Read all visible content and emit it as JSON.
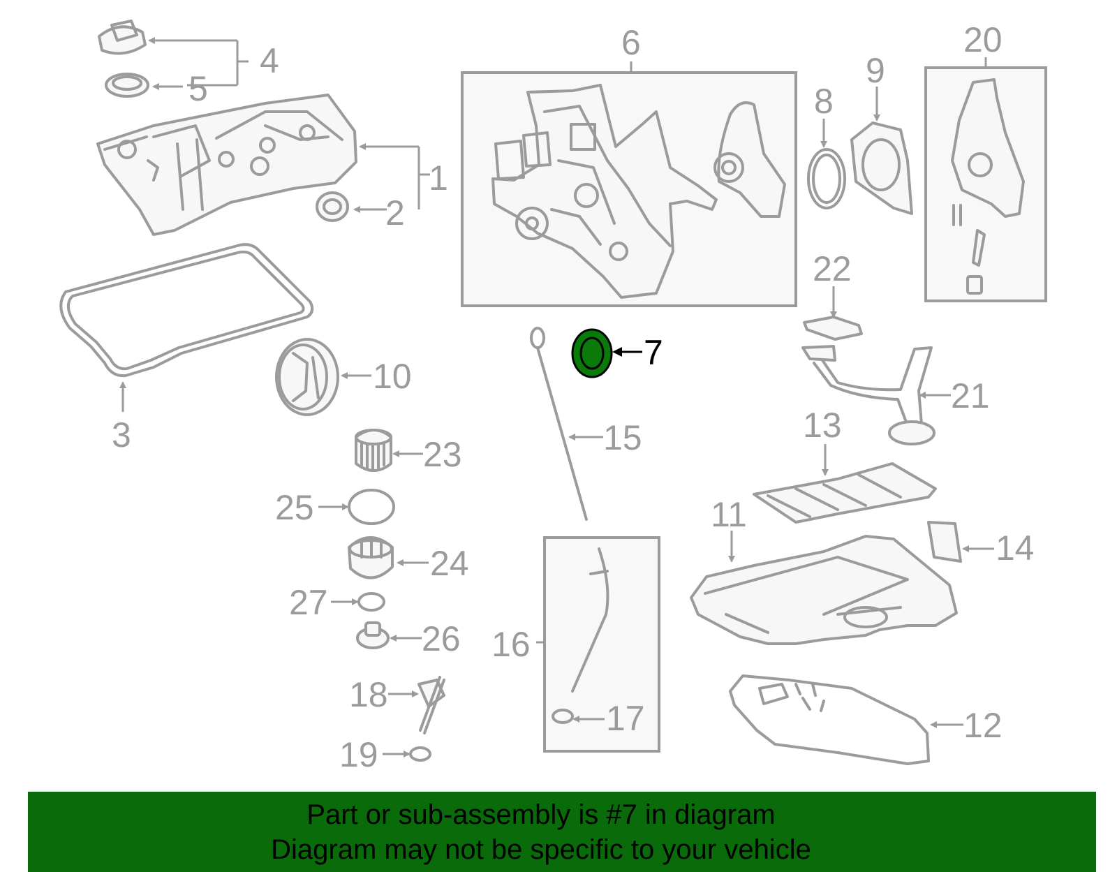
{
  "colors": {
    "part_outline": "#9b9b9b",
    "part_fill": "#f7f7f7",
    "highlight_fill": "#0a7a0a",
    "banner_background": "#0a6b0a",
    "banner_text": "#000000"
  },
  "highlighted_part": "7",
  "callouts": [
    {
      "id": "1",
      "label": "1"
    },
    {
      "id": "2",
      "label": "2"
    },
    {
      "id": "3",
      "label": "3"
    },
    {
      "id": "4",
      "label": "4"
    },
    {
      "id": "5",
      "label": "5"
    },
    {
      "id": "6",
      "label": "6"
    },
    {
      "id": "7",
      "label": "7"
    },
    {
      "id": "8",
      "label": "8"
    },
    {
      "id": "9",
      "label": "9"
    },
    {
      "id": "10",
      "label": "10"
    },
    {
      "id": "11",
      "label": "11"
    },
    {
      "id": "12",
      "label": "12"
    },
    {
      "id": "13",
      "label": "13"
    },
    {
      "id": "14",
      "label": "14"
    },
    {
      "id": "15",
      "label": "15"
    },
    {
      "id": "16",
      "label": "16"
    },
    {
      "id": "17",
      "label": "17"
    },
    {
      "id": "18",
      "label": "18"
    },
    {
      "id": "19",
      "label": "19"
    },
    {
      "id": "20",
      "label": "20"
    },
    {
      "id": "21",
      "label": "21"
    },
    {
      "id": "22",
      "label": "22"
    },
    {
      "id": "23",
      "label": "23"
    },
    {
      "id": "24",
      "label": "24"
    },
    {
      "id": "25",
      "label": "25"
    },
    {
      "id": "26",
      "label": "26"
    },
    {
      "id": "27",
      "label": "27"
    }
  ],
  "banner": {
    "line1": "Part or sub-assembly is #7 in diagram",
    "line2": "Diagram may not be specific to your vehicle"
  }
}
